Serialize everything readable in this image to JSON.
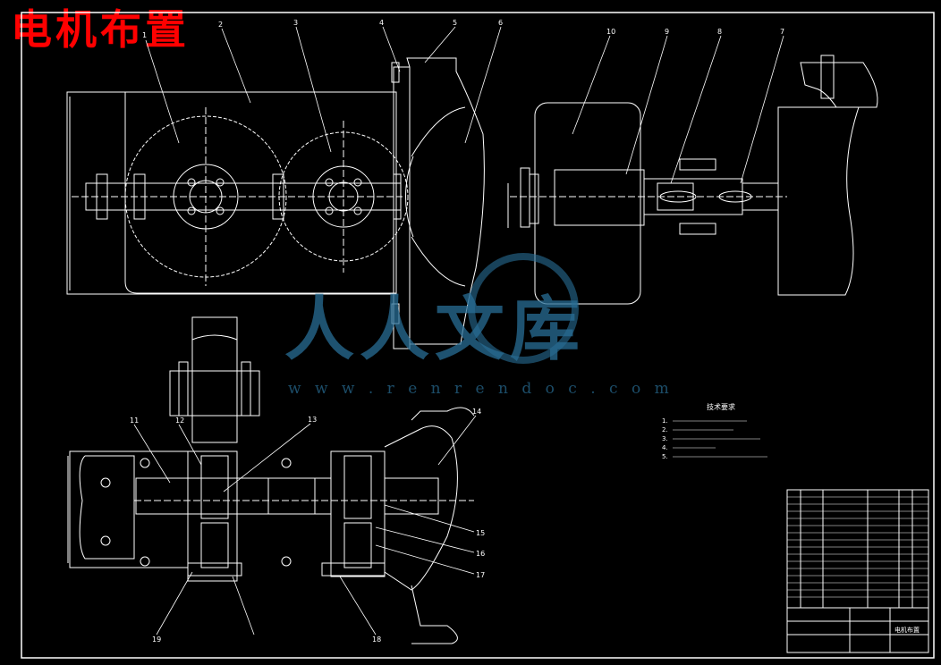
{
  "title": "电机布置",
  "watermark": {
    "text": "人人文库",
    "url_text": "w w w . r e n r e n d o c . c o m"
  },
  "part_numbers": [
    "1",
    "2",
    "3",
    "4",
    "5",
    "6",
    "7",
    "8",
    "9",
    "10",
    "11",
    "12",
    "13",
    "14",
    "15",
    "16",
    "17",
    "18",
    "19"
  ],
  "tech_requirements": {
    "heading": "技术要求",
    "items": [
      "1.",
      "2.",
      "3.",
      "4.",
      "5."
    ]
  },
  "title_block": {
    "drawing_name": "电机布置"
  },
  "colors": {
    "title": "#ff0000",
    "lines": "#ffffff",
    "watermark": "#2c6f98"
  }
}
